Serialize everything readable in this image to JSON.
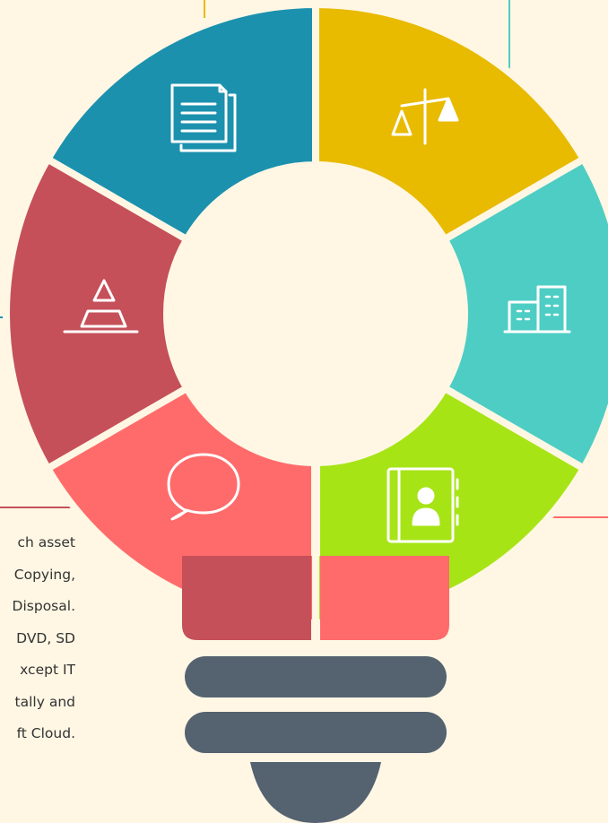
{
  "colors": {
    "background": "#fff7e4",
    "segment_yellow": "#e8ba00",
    "segment_teal": "#4ecdc4",
    "segment_lime": "#a7e416",
    "segment_coral": "#ff6b6b",
    "segment_red": "#c5505a",
    "segment_blue": "#1b91ae",
    "base_bars": "#556270",
    "divider": "#fff7e4",
    "text": "#333333",
    "leader_yellow": "#e8ba00",
    "leader_teal": "#4ecdc4",
    "leader_blue": "#1b91ae",
    "leader_red": "#c5505a",
    "leader_coral": "#ff6b6b"
  },
  "segments": [
    {
      "name": "segment-documents",
      "color_key": "segment_yellow",
      "icon": "documents-icon"
    },
    {
      "name": "segment-law",
      "color_key": "segment_teal",
      "icon": "scales-icon"
    },
    {
      "name": "segment-buildings",
      "color_key": "segment_lime",
      "icon": "buildings-icon"
    },
    {
      "name": "segment-contacts",
      "color_key": "segment_coral",
      "icon": "contact-book-icon"
    },
    {
      "name": "segment-communication",
      "color_key": "segment_red",
      "icon": "speech-bubble-icon"
    },
    {
      "name": "segment-hierarchy",
      "color_key": "segment_blue",
      "icon": "pyramid-icon"
    }
  ],
  "text_block": {
    "lines": [
      "ch asset",
      "Copying,",
      "Disposal.",
      "DVD, SD",
      "xcept IT",
      "tally and",
      "ft Cloud."
    ]
  }
}
